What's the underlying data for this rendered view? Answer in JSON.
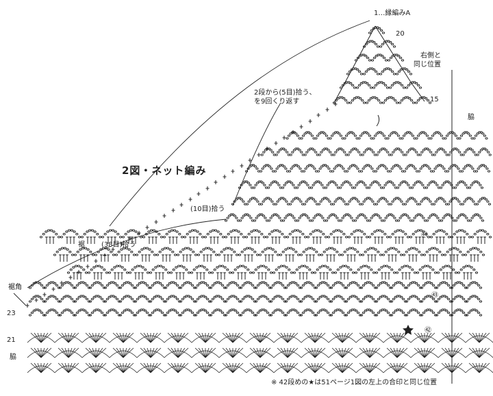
{
  "title": "2図・ネット編み",
  "labels": {
    "top_start": "1…縁編みA",
    "row_20": "20",
    "row_15": "15",
    "right_side": "右側と",
    "right_side2": "同じ位置",
    "pickup_line1": "2段から(5目)拾う、",
    "pickup_line2": "を9回くり返す",
    "side_right": "脇",
    "pickup_10": "(10目)拾う",
    "hem": "裾",
    "pickup_38": "(38目)拾う",
    "hem_corner": "裾角",
    "row_23": "23",
    "row_21": "21",
    "side_left": "脇",
    "marker_circle": "㊹",
    "marker_circle2": "㊸",
    "marker_42": "㊷",
    "footnote": "※ 42段めの★は51ページ1図の左上の合印と同じ位置"
  },
  "colors": {
    "ink": "#222222",
    "paper": "#ffffff"
  }
}
